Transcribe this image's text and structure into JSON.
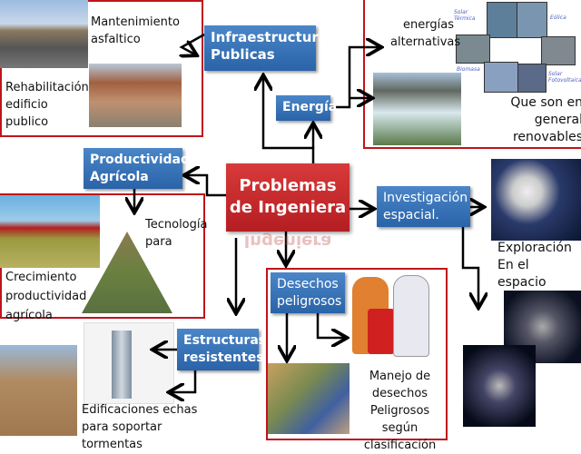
{
  "center": {
    "title": "Problemas de Ingeniera",
    "reflection": "Ingeniera"
  },
  "infraestructura": {
    "label": "Infraestructura Publicas",
    "items": [
      "Mantenimiento asfaltico",
      "Rehabilitación edificio publico"
    ]
  },
  "energia": {
    "label": "Energía",
    "alternativas": "energías alternativas",
    "renovables": "Que son en general renovables",
    "types": [
      "Solar Térmica",
      "Eólica",
      "Biomasa",
      "Solar Fotovoltaica"
    ]
  },
  "productividad": {
    "label": "Productividad Agrícola",
    "tecnologia": "Tecnología para",
    "crecimiento": "Crecimiento productividad agrícola"
  },
  "investigacion": {
    "label": "Investigación espacial.",
    "exploracion": "Exploración En el espacio"
  },
  "desechos": {
    "label": "Desechos peligrosos",
    "manejo": "Manejo de desechos Peligrosos según clasificación"
  },
  "estructuras": {
    "label": "Estructuras resistentes",
    "edificaciones": "Edificaciones echas para soportar tormentas"
  },
  "colors": {
    "center": "#c8282c",
    "node": "#2f6bb0",
    "frame": "#c0141c"
  }
}
